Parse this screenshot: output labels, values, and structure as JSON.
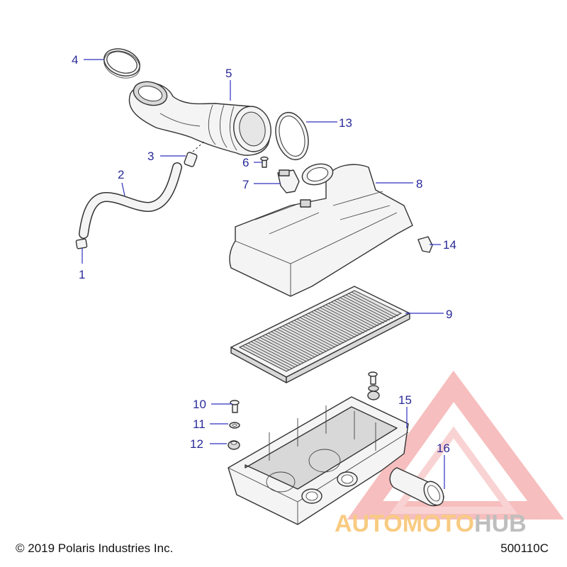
{
  "callouts": [
    {
      "id": "1",
      "label": "1"
    },
    {
      "id": "2",
      "label": "2"
    },
    {
      "id": "3",
      "label": "3"
    },
    {
      "id": "4",
      "label": "4"
    },
    {
      "id": "5",
      "label": "5"
    },
    {
      "id": "6",
      "label": "6"
    },
    {
      "id": "7",
      "label": "7"
    },
    {
      "id": "8",
      "label": "8"
    },
    {
      "id": "9",
      "label": "9"
    },
    {
      "id": "10",
      "label": "10"
    },
    {
      "id": "11",
      "label": "11"
    },
    {
      "id": "12",
      "label": "12"
    },
    {
      "id": "13",
      "label": "13"
    },
    {
      "id": "14",
      "label": "14"
    },
    {
      "id": "15",
      "label": "15"
    },
    {
      "id": "16",
      "label": "16"
    }
  ],
  "watermark": {
    "text_part1": "AUTOMOTO",
    "text_part2": "HUB",
    "color_primary": "#e8392e",
    "color_secondary": "#f4a11d",
    "color_hub": "#7a7a7a"
  },
  "footer": {
    "copyright": "© 2019 Polaris Industries Inc.",
    "drawing_number": "500110C"
  },
  "colors": {
    "callout": "#2a2a9a",
    "line_art": "#333333"
  }
}
